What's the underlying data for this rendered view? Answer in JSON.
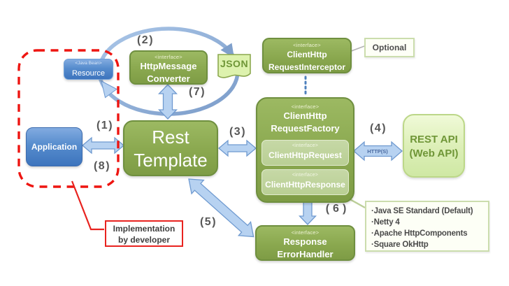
{
  "nodes": {
    "application": {
      "label": "Application"
    },
    "resource": {
      "stereotype": "<Java Bean>",
      "label": "Resource"
    },
    "rest_template": {
      "line1": "Rest",
      "line2": "Template"
    },
    "http_message_converter": {
      "stereotype": "<interface>",
      "line1": "HttpMessage",
      "line2": "Converter"
    },
    "json": {
      "label": "JSON"
    },
    "client_http_request_interceptor": {
      "stereotype": "<interface>",
      "line1": "ClientHttp",
      "line2": "RequestInterceptor"
    },
    "client_http_request_factory": {
      "stereotype": "<interface>",
      "line1": "ClientHttp",
      "line2": "RequestFactory"
    },
    "client_http_request": {
      "stereotype": "<interface>",
      "label": "ClientHttpRequest"
    },
    "client_http_response": {
      "stereotype": "<interface>",
      "label": "ClientHttpResponse"
    },
    "rest_api": {
      "line1": "REST API",
      "line2": "(Web API)"
    },
    "response_error_handler": {
      "stereotype": "<interface>",
      "line1": "Response",
      "line2": "ErrorHandler"
    }
  },
  "steps": {
    "s1": "(1)",
    "s2": "(2)",
    "s3": "(3)",
    "s4": "(4)",
    "s5": "(5)",
    "s6": "(6)",
    "s7": "(7)",
    "s8": "(8)"
  },
  "annotations": {
    "optional": "Optional",
    "http_label": "HTTP(S)",
    "implementation_note": {
      "line1": "Implementation",
      "line2": "by developer"
    },
    "factory_implementations": {
      "items": [
        "·Java SE Standard (Default)",
        "·Netty 4",
        "·Apache HttpComponents",
        "·Square OkHttp"
      ]
    }
  },
  "colors": {
    "box_green": "#8aa84f",
    "box_green_inner": "#bcd096",
    "box_blue": "#4a80c4",
    "box_light_green": "#ddf2ae",
    "arrow_blue": "#b7d2f1",
    "dashed_red": "#ee1511",
    "note_border_green": "#cbddad",
    "text_gray": "#575757"
  }
}
